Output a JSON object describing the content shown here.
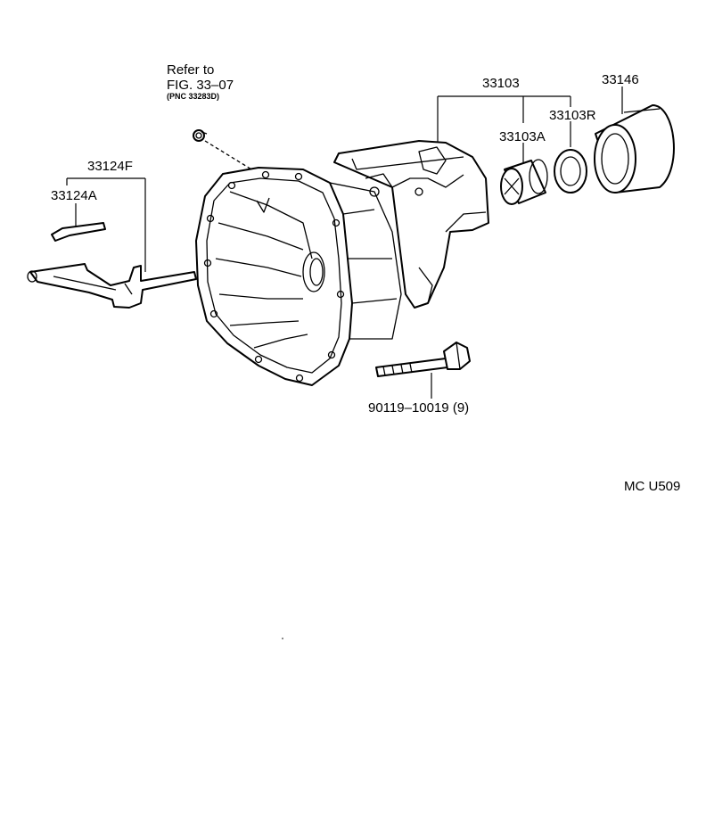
{
  "reference": {
    "line1": "Refer to",
    "line2": "FIG. 33–07",
    "line3": "(PNC 33283D)"
  },
  "part_numbers": {
    "p33103": "33103",
    "p33146": "33146",
    "p33103R": "33103R",
    "p33103A": "33103A",
    "p33124F": "33124F",
    "p33124A": "33124A",
    "bolt": "90119–10019 (9)"
  },
  "figure_code": "MC  U509"
}
